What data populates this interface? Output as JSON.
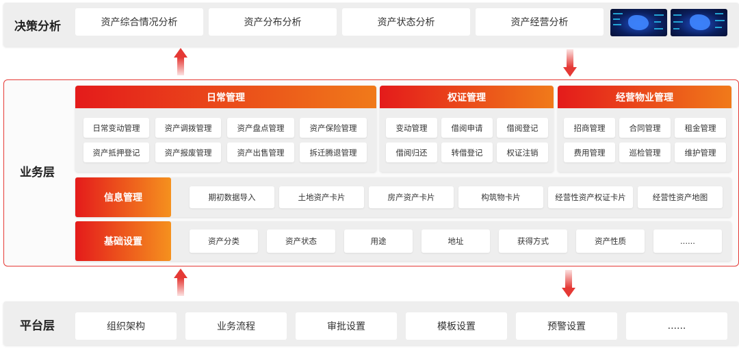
{
  "decision": {
    "title": "决策分析",
    "items": [
      "资产综合情况分析",
      "资产分布分析",
      "资产状态分析",
      "资产经营分析"
    ]
  },
  "business": {
    "title": "业务层",
    "daily": {
      "title": "日常管理",
      "items": [
        "日常变动管理",
        "资产调拨管理",
        "资产盘点管理",
        "资产保险管理",
        "资产抵押登记",
        "资产报废管理",
        "资产出售管理",
        "拆迁腾退管理"
      ]
    },
    "rights": {
      "title": "权证管理",
      "items": [
        "变动管理",
        "借阅申请",
        "借阅登记",
        "借阅归还",
        "转借登记",
        "权证注销"
      ]
    },
    "property": {
      "title": "经营物业管理",
      "items": [
        "招商管理",
        "合同管理",
        "租金管理",
        "费用管理",
        "巡检管理",
        "维护管理"
      ]
    },
    "info": {
      "title": "信息管理",
      "items": [
        "期初数据导入",
        "土地资产卡片",
        "房产资产卡片",
        "构筑物卡片",
        "经营性资产权证卡片",
        "经营性资产地图"
      ]
    },
    "basic": {
      "title": "基础设置",
      "items": [
        "资产分类",
        "资产状态",
        "用途",
        "地址",
        "获得方式",
        "资产性质",
        "......"
      ]
    }
  },
  "platform": {
    "title": "平台层",
    "items": [
      "组织架构",
      "业务流程",
      "审批设置",
      "模板设置",
      "预警设置",
      "......"
    ]
  },
  "colors": {
    "accent_red": "#e41b1b",
    "accent_orange": "#f07a1a",
    "band_gray": "#eeeeee",
    "border_red": "#e53935"
  }
}
